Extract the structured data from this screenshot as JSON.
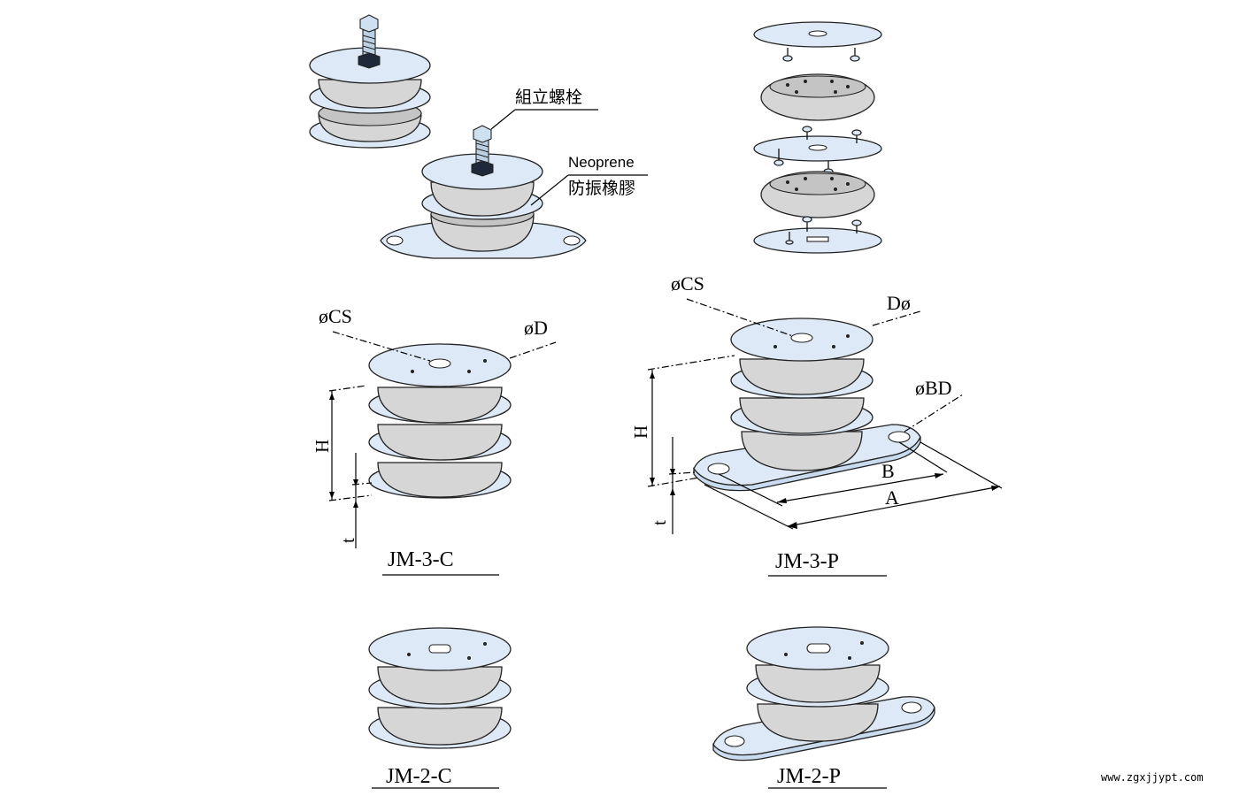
{
  "labels": {
    "assembly_bolt": "組立螺栓",
    "neoprene": "Neoprene",
    "anti_vibration_rubber": "防振橡膠",
    "cs_left": "øCS",
    "d_left": "øD",
    "cs_right": "øCS",
    "d_right": "Dø",
    "bd": "øBD",
    "h_left": "H",
    "t_left": "t",
    "h_right": "H",
    "t_right": "t",
    "b": "B",
    "a": "A"
  },
  "models": {
    "jm3c": "JM-3-C",
    "jm3p": "JM-3-P",
    "jm2c": "JM-2-C",
    "jm2p": "JM-2-P"
  },
  "watermark": "www.zgxjjypt.com",
  "colors": {
    "plate": "#dde9f6",
    "rubber": "#d6d6d6",
    "outline": "#222222"
  }
}
